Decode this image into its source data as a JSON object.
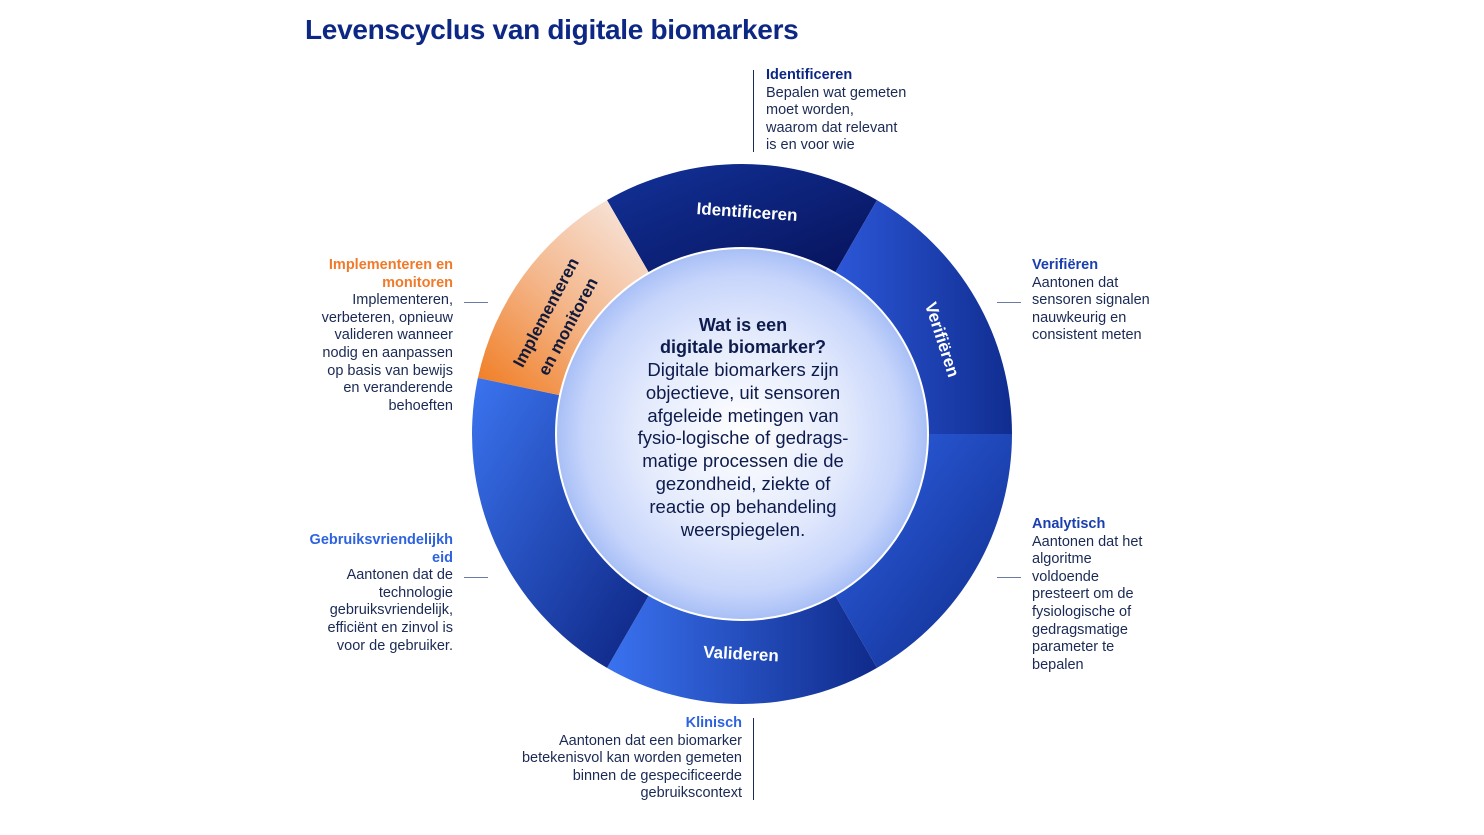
{
  "title": "Levenscyclus van digitale biomarkers",
  "center": {
    "question": "Wat is een\ndigitale biomarker?",
    "answer": "Digitale biomarkers zijn\nobjectieve, uit sensoren\nafgeleide metingen van\nfysio-logische of gedrags-\nmatige processen die de\ngezondheid, ziekte of\nreactie op behandeling\nweerspiegelen."
  },
  "ring_labels": {
    "identificeren": "Identificeren",
    "verifieren": "Verifiëren",
    "valideren": "Valideren",
    "implementeren_line1": "Implementeren",
    "implementeren_line2": "en monitoren"
  },
  "callouts": {
    "identificeren": {
      "heading": "Identificeren",
      "body": "Bepalen wat gemeten\nmoet worden,\nwaarom dat relevant\nis en voor wie",
      "color": "#0d2784"
    },
    "verifieren": {
      "heading": "Verifiëren",
      "body": "Aantonen dat\nsensoren signalen\nnauwkeurig en\nconsistent meten",
      "color": "#1a3fae"
    },
    "analytisch": {
      "heading": "Analytisch",
      "body": "Aantonen dat het\nalgoritme\nvoldoende\npresteert om de\nfysiologische of\ngedragsmatige\nparameter te\nbepalen",
      "color": "#1a3fae"
    },
    "klinisch": {
      "heading": "Klinisch",
      "body": "Aantonen dat een biomarker\nbetekenisvol kan worden gemeten\nbinnen de gespecificeerde\ngebruikscontext",
      "color": "#2e63e0"
    },
    "gebruiksvriendelijkheid": {
      "heading": "Gebruiksvriendelijkh\neid",
      "body": "Aantonen dat de\ntechnologie\ngebruiksvriendelijk,\nefficiënt en zinvol is\nvoor de gebruiker.",
      "color": "#2e63e0"
    },
    "implementeren": {
      "heading": "Implementeren en\nmonitoren",
      "body": "Implementeren,\nverbeteren, opnieuw\nvalideren wanneer\nnodig en aanpassen\nop basis van bewijs\nen veranderende\nbehoeften",
      "color": "#f07a2a"
    }
  },
  "colors": {
    "navy": "#0d2784",
    "deep_blue": "#1a3fae",
    "bright_blue": "#2e63e0",
    "orange": "#f07a2a"
  }
}
